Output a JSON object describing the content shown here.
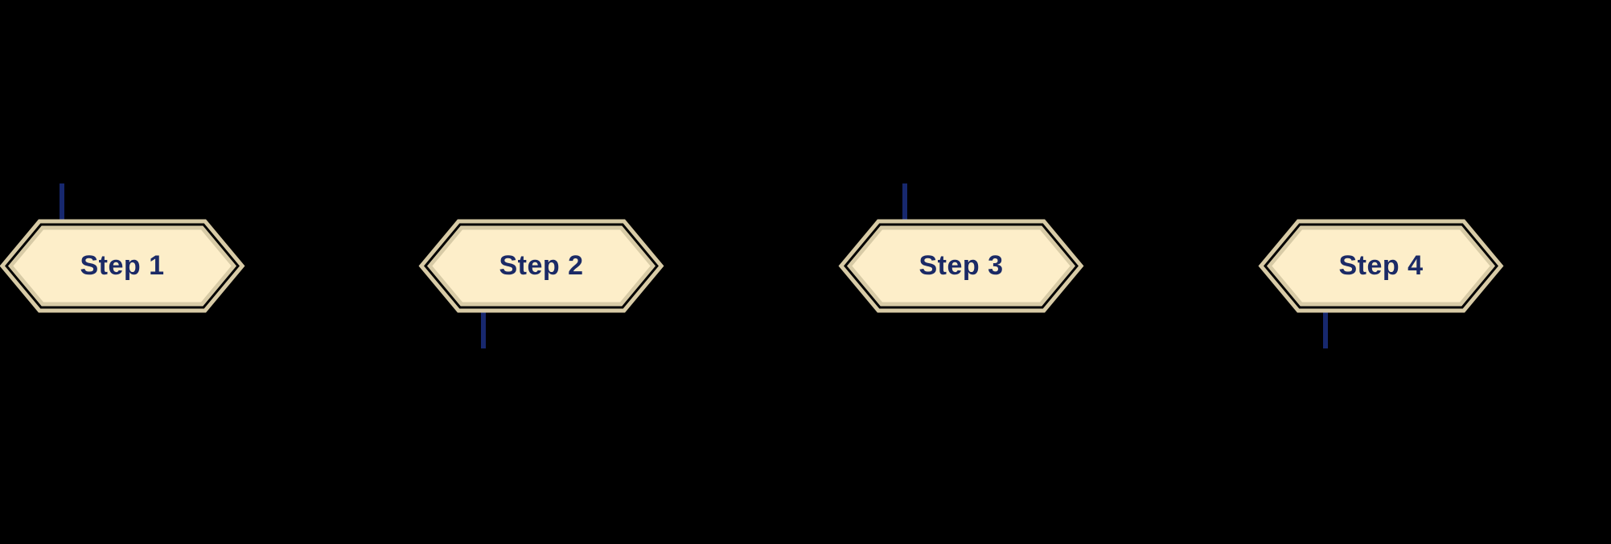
{
  "diagram": {
    "type": "step-timeline",
    "background": "#000000",
    "steps": [
      {
        "label": "Step 1",
        "connector": "above"
      },
      {
        "label": "Step 2",
        "connector": "below"
      },
      {
        "label": "Step 3",
        "connector": "above"
      },
      {
        "label": "Step 4",
        "connector": "below"
      }
    ],
    "colors": {
      "node_fill": "#fdeec9",
      "node_border": "#d8cba6",
      "node_inner_line": "#000000",
      "label_text": "#1b2a66",
      "connector": "#17286e"
    }
  }
}
